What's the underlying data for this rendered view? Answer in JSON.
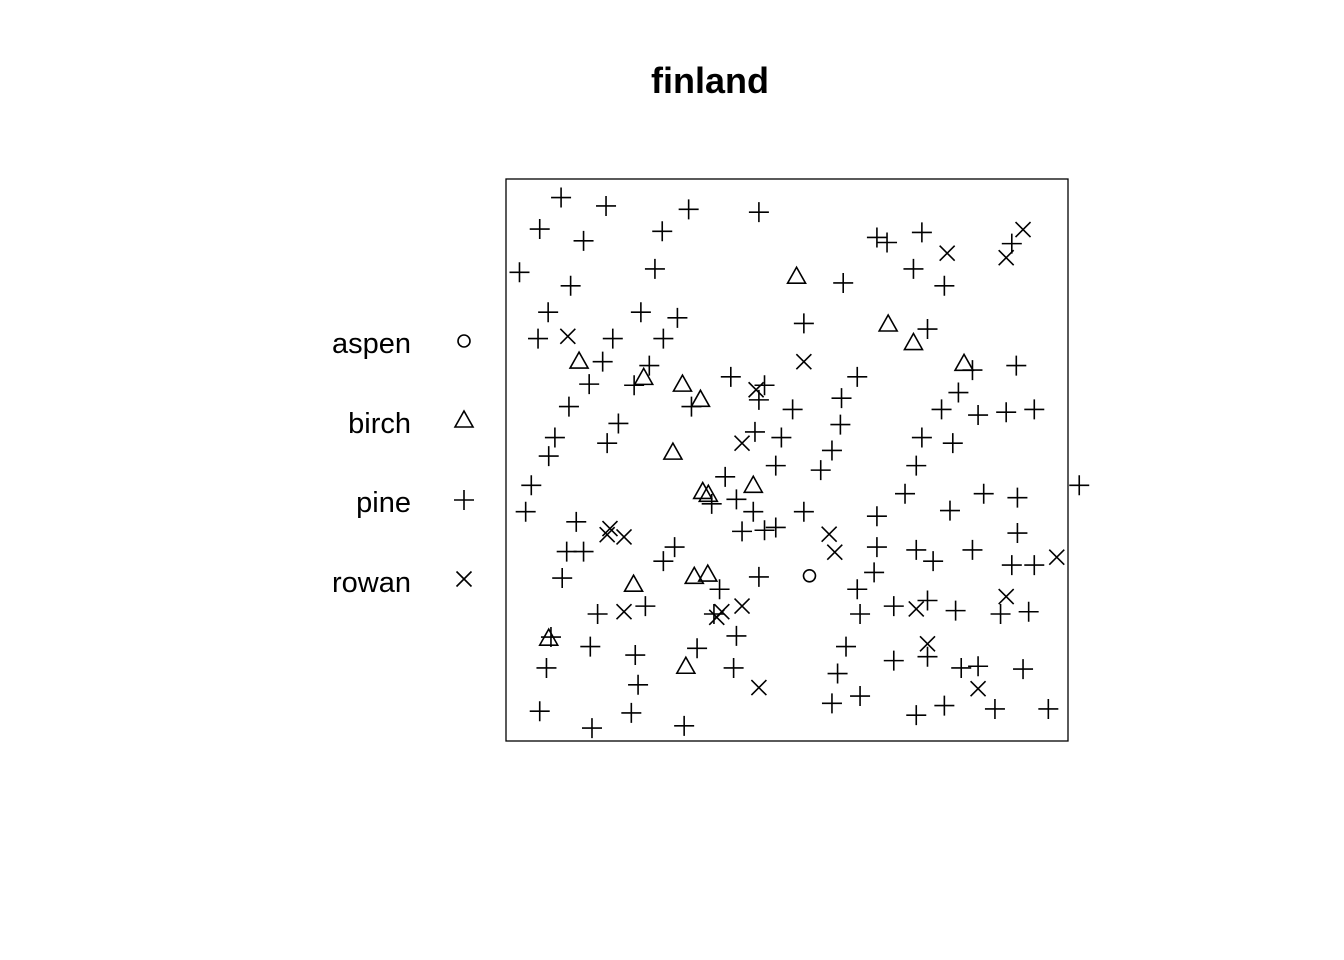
{
  "chart_data": {
    "type": "scatter",
    "title": "finland",
    "xlim": [
      0,
      10
    ],
    "ylim": [
      0,
      10
    ],
    "axes_shown": false,
    "grid": false,
    "legend_position": "left",
    "legend": [
      {
        "label": "aspen",
        "marker": "circle"
      },
      {
        "label": "birch",
        "marker": "triangle"
      },
      {
        "label": "pine",
        "marker": "plus"
      },
      {
        "label": "rowan",
        "marker": "cross"
      }
    ],
    "series": [
      {
        "name": "aspen",
        "marker": "circle",
        "points": [
          [
            5.4,
            2.94
          ]
        ]
      },
      {
        "name": "birch",
        "marker": "triangle",
        "points": [
          [
            5.17,
            8.27
          ],
          [
            6.8,
            7.42
          ],
          [
            7.25,
            7.09
          ],
          [
            8.15,
            6.72
          ],
          [
            1.3,
            6.76
          ],
          [
            2.45,
            6.47
          ],
          [
            3.14,
            6.35
          ],
          [
            3.46,
            6.08
          ],
          [
            2.97,
            5.14
          ],
          [
            3.5,
            4.44
          ],
          [
            3.6,
            4.39
          ],
          [
            4.4,
            4.55
          ],
          [
            3.35,
            2.93
          ],
          [
            3.59,
            2.97
          ],
          [
            2.27,
            2.79
          ],
          [
            0.76,
            1.83
          ],
          [
            3.2,
            1.33
          ]
        ]
      },
      {
        "name": "pine",
        "marker": "plus",
        "points": [
          [
            0.98,
            9.67
          ],
          [
            1.78,
            9.52
          ],
          [
            3.25,
            9.46
          ],
          [
            4.5,
            9.41
          ],
          [
            0.6,
            9.11
          ],
          [
            1.38,
            8.9
          ],
          [
            2.78,
            9.07
          ],
          [
            6.6,
            8.96
          ],
          [
            7.4,
            9.05
          ],
          [
            6.78,
            8.87
          ],
          [
            9.0,
            8.85
          ],
          [
            2.65,
            8.4
          ],
          [
            0.24,
            8.34
          ],
          [
            1.15,
            8.1
          ],
          [
            6.0,
            8.15
          ],
          [
            7.25,
            8.4
          ],
          [
            7.8,
            8.1
          ],
          [
            0.75,
            7.63
          ],
          [
            2.4,
            7.63
          ],
          [
            3.05,
            7.53
          ],
          [
            5.3,
            7.43
          ],
          [
            7.5,
            7.33
          ],
          [
            0.57,
            7.16
          ],
          [
            1.9,
            7.16
          ],
          [
            2.8,
            7.16
          ],
          [
            1.72,
            6.75
          ],
          [
            2.55,
            6.68
          ],
          [
            9.08,
            6.68
          ],
          [
            8.3,
            6.6
          ],
          [
            1.48,
            6.35
          ],
          [
            4.0,
            6.48
          ],
          [
            4.6,
            6.33
          ],
          [
            6.25,
            6.48
          ],
          [
            2.28,
            6.33
          ],
          [
            5.97,
            6.1
          ],
          [
            8.05,
            6.2
          ],
          [
            4.5,
            6.07
          ],
          [
            3.3,
            5.95
          ],
          [
            5.1,
            5.9
          ],
          [
            7.75,
            5.9
          ],
          [
            8.4,
            5.8
          ],
          [
            8.9,
            5.85
          ],
          [
            9.4,
            5.9
          ],
          [
            1.12,
            5.95
          ],
          [
            2.0,
            5.65
          ],
          [
            4.43,
            5.5
          ],
          [
            5.95,
            5.63
          ],
          [
            4.9,
            5.4
          ],
          [
            0.87,
            5.4
          ],
          [
            1.8,
            5.3
          ],
          [
            7.4,
            5.4
          ],
          [
            7.95,
            5.3
          ],
          [
            5.8,
            5.17
          ],
          [
            0.76,
            5.07
          ],
          [
            4.8,
            4.9
          ],
          [
            7.3,
            4.9
          ],
          [
            5.6,
            4.82
          ],
          [
            3.9,
            4.7
          ],
          [
            0.45,
            4.55
          ],
          [
            10.2,
            4.55
          ],
          [
            7.1,
            4.4
          ],
          [
            8.5,
            4.4
          ],
          [
            9.1,
            4.33
          ],
          [
            4.1,
            4.3
          ],
          [
            3.66,
            4.22
          ],
          [
            0.35,
            4.08
          ],
          [
            4.4,
            4.08
          ],
          [
            5.3,
            4.08
          ],
          [
            7.9,
            4.1
          ],
          [
            6.6,
            4.0
          ],
          [
            1.25,
            3.9
          ],
          [
            4.8,
            3.8
          ],
          [
            4.6,
            3.75
          ],
          [
            4.2,
            3.73
          ],
          [
            9.1,
            3.7
          ],
          [
            6.6,
            3.45
          ],
          [
            3.0,
            3.45
          ],
          [
            1.08,
            3.37
          ],
          [
            1.38,
            3.37
          ],
          [
            7.3,
            3.4
          ],
          [
            8.3,
            3.4
          ],
          [
            2.8,
            3.2
          ],
          [
            7.6,
            3.2
          ],
          [
            9.0,
            3.13
          ],
          [
            9.4,
            3.13
          ],
          [
            6.55,
            3.0
          ],
          [
            4.5,
            2.92
          ],
          [
            1.0,
            2.9
          ],
          [
            6.25,
            2.7
          ],
          [
            3.8,
            2.7
          ],
          [
            7.5,
            2.5
          ],
          [
            6.9,
            2.4
          ],
          [
            6.3,
            2.26
          ],
          [
            2.48,
            2.4
          ],
          [
            8.0,
            2.32
          ],
          [
            8.8,
            2.26
          ],
          [
            9.3,
            2.3
          ],
          [
            1.63,
            2.26
          ],
          [
            3.7,
            2.26
          ],
          [
            4.1,
            1.87
          ],
          [
            0.8,
            1.85
          ],
          [
            3.4,
            1.65
          ],
          [
            6.05,
            1.68
          ],
          [
            1.5,
            1.68
          ],
          [
            2.3,
            1.53
          ],
          [
            7.5,
            1.5
          ],
          [
            6.9,
            1.43
          ],
          [
            8.4,
            1.33
          ],
          [
            0.72,
            1.3
          ],
          [
            4.05,
            1.3
          ],
          [
            8.1,
            1.3
          ],
          [
            9.2,
            1.28
          ],
          [
            5.9,
            1.2
          ],
          [
            2.35,
            1.0
          ],
          [
            6.3,
            0.8
          ],
          [
            5.8,
            0.67
          ],
          [
            7.8,
            0.63
          ],
          [
            8.7,
            0.57
          ],
          [
            9.65,
            0.57
          ],
          [
            0.6,
            0.53
          ],
          [
            2.23,
            0.5
          ],
          [
            7.3,
            0.46
          ],
          [
            1.53,
            0.23
          ],
          [
            3.17,
            0.27
          ]
        ]
      },
      {
        "name": "rowan",
        "marker": "cross",
        "points": [
          [
            9.2,
            9.1
          ],
          [
            7.85,
            8.68
          ],
          [
            8.9,
            8.6
          ],
          [
            1.1,
            7.2
          ],
          [
            5.3,
            6.75
          ],
          [
            4.45,
            6.25
          ],
          [
            4.2,
            5.3
          ],
          [
            1.85,
            3.78
          ],
          [
            1.8,
            3.67
          ],
          [
            2.1,
            3.63
          ],
          [
            5.75,
            3.68
          ],
          [
            5.85,
            3.36
          ],
          [
            9.8,
            3.27
          ],
          [
            8.9,
            2.57
          ],
          [
            7.3,
            2.35
          ],
          [
            2.1,
            2.3
          ],
          [
            3.84,
            2.3
          ],
          [
            3.75,
            2.2
          ],
          [
            4.2,
            2.4
          ],
          [
            7.5,
            1.73
          ],
          [
            4.5,
            0.95
          ],
          [
            8.4,
            0.93
          ]
        ]
      }
    ]
  }
}
